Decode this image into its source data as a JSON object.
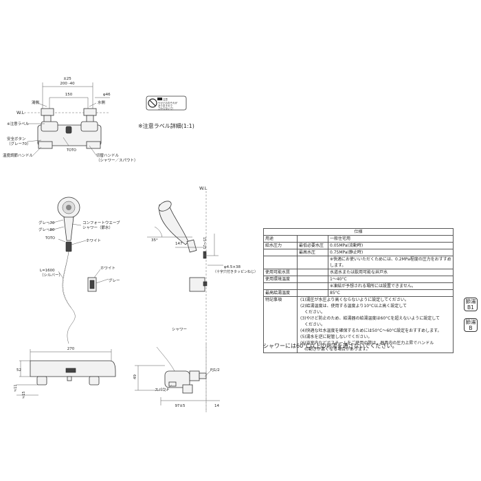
{
  "top_view": {
    "dim_adjust": "±25",
    "dim_range": "200 -40",
    "dim_150": "150",
    "dim_phi46": "φ46",
    "hot_side": "湯側",
    "cold_side": "水側",
    "wl": "W.L",
    "caution_label": "※注意ラベル",
    "safety_button": "安全ボタン",
    "safety_button_color": "（グレー70）",
    "temp_handle": "温度調節ハンドル",
    "toto": "TOTO",
    "switch_handle": "切替ハンドル",
    "switch_handle_sub": "（シャワー／スパウト）"
  },
  "label_detail": {
    "title": "※注意ラベル詳細(1:1)",
    "caution_heading": "注意",
    "caution_line1": "やけどのおそれが",
    "caution_line2": "ありますので",
    "caution_line3": "さわらないで！"
  },
  "shower_view": {
    "gray70": "グレー70",
    "gray80": "グレー80",
    "toto": "TOTO",
    "comfort_wave": "コンフォートウエーブ",
    "comfort_wave_sub": "シャワー（節水）",
    "white1": "ホワイト",
    "hose_length": "L=1600",
    "hose_color": "（シルバー）",
    "white2": "ホワイト",
    "gray": "グレー"
  },
  "side_view": {
    "wl": "W.L",
    "angle_dim": "35°",
    "dim_147": "147",
    "dim_range": "15〜25",
    "screw": "φ4.5×38",
    "screw_note": "（十字穴付きタッピンねじ）"
  },
  "front_view": {
    "dim_270": "270",
    "dim_52": "52",
    "dim_11": "≒11",
    "dim_15": "≒15"
  },
  "bottom_side_view": {
    "shower": "シャワー",
    "spout": "スパウト",
    "dim_49": "49",
    "pipe": "PJ1/2",
    "dim_97": "97±5",
    "dim_14": "14"
  },
  "spec": {
    "title": "仕様",
    "rows": [
      {
        "c1": "用途",
        "c2": "",
        "c3": "一般住宅用"
      },
      {
        "c1": "給水圧力",
        "c2": "最低必要水圧",
        "c3": "0.05MPa(流動時)"
      },
      {
        "c1": "",
        "c2": "最高水圧",
        "c3": "0.75MPa(静止時)"
      },
      {
        "c1": "",
        "c2": "",
        "c3": "※快適にお使いいただくためには、0.2MPa程度の圧力をおすすめします。"
      },
      {
        "c1": "使用可能水質",
        "c2": "",
        "c3": "水道水または飲用可能な井戸水"
      },
      {
        "c1": "使用環境温度",
        "c2": "",
        "c3": "1〜40°C"
      },
      {
        "c1": "",
        "c2": "",
        "c3": "※凍結が予想される場所には設置できません。"
      },
      {
        "c1": "最高給湯温度",
        "c2": "",
        "c3": "85°C"
      }
    ],
    "notes_header": "特記事項",
    "notes": [
      "(1)湯圧が水圧より高くならないように設定してください。",
      "(2)給湯温度は、使用する温度より10°C以上高く設定して",
      "　ください。",
      "(3)やけど防止のため、給湯器の給湯温度は60°Cを超えないように設定して",
      "　ください。",
      "(4)快適な吐水温度を確保するためには50°C〜60°C設定をおすすめします。",
      "(5)湯水を逆に配管しないでください。",
      "(6)浴室内などでスチームをご使用の際は、器具内の圧力上昇でハンドル",
      "　の動きが悪くなる場合があります。"
    ]
  },
  "warning": "シャワーには60°C以上の熱湯を通さないでください。",
  "badges": {
    "b1_line1": "節湯",
    "b1_line2": "B1",
    "b2_line1": "節湯",
    "b2_line2": "B"
  }
}
